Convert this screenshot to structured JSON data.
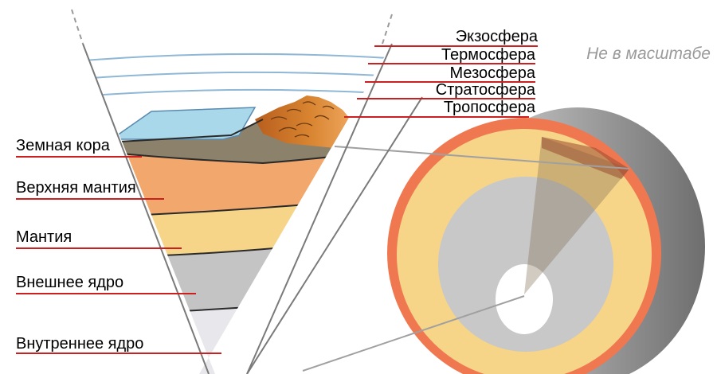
{
  "labels": {
    "exosphere": "Экзосфера",
    "thermosphere": "Термосфера",
    "mesosphere": "Мезосфера",
    "stratosphere": "Стратосфера",
    "troposphere": "Тропосфера",
    "crust": "Земная кора",
    "upper_mantle": "Верхняя мантия",
    "mantle": "Мантия",
    "outer_core": "Внешнее ядро",
    "inner_core": "Внутреннее ядро"
  },
  "note": "Не в масштабе",
  "colors": {
    "label_line": "#cc1f1f",
    "ocean": "#a8d8ea",
    "crust": "#8c826c",
    "upper_mantle": "#f2a86c",
    "mantle": "#f6d488",
    "outer_core": "#c4c4c4",
    "inner_core": "#e8e8ec",
    "mountain": "#c8702a",
    "atmosphere_arc": "#8fb7d6"
  }
}
